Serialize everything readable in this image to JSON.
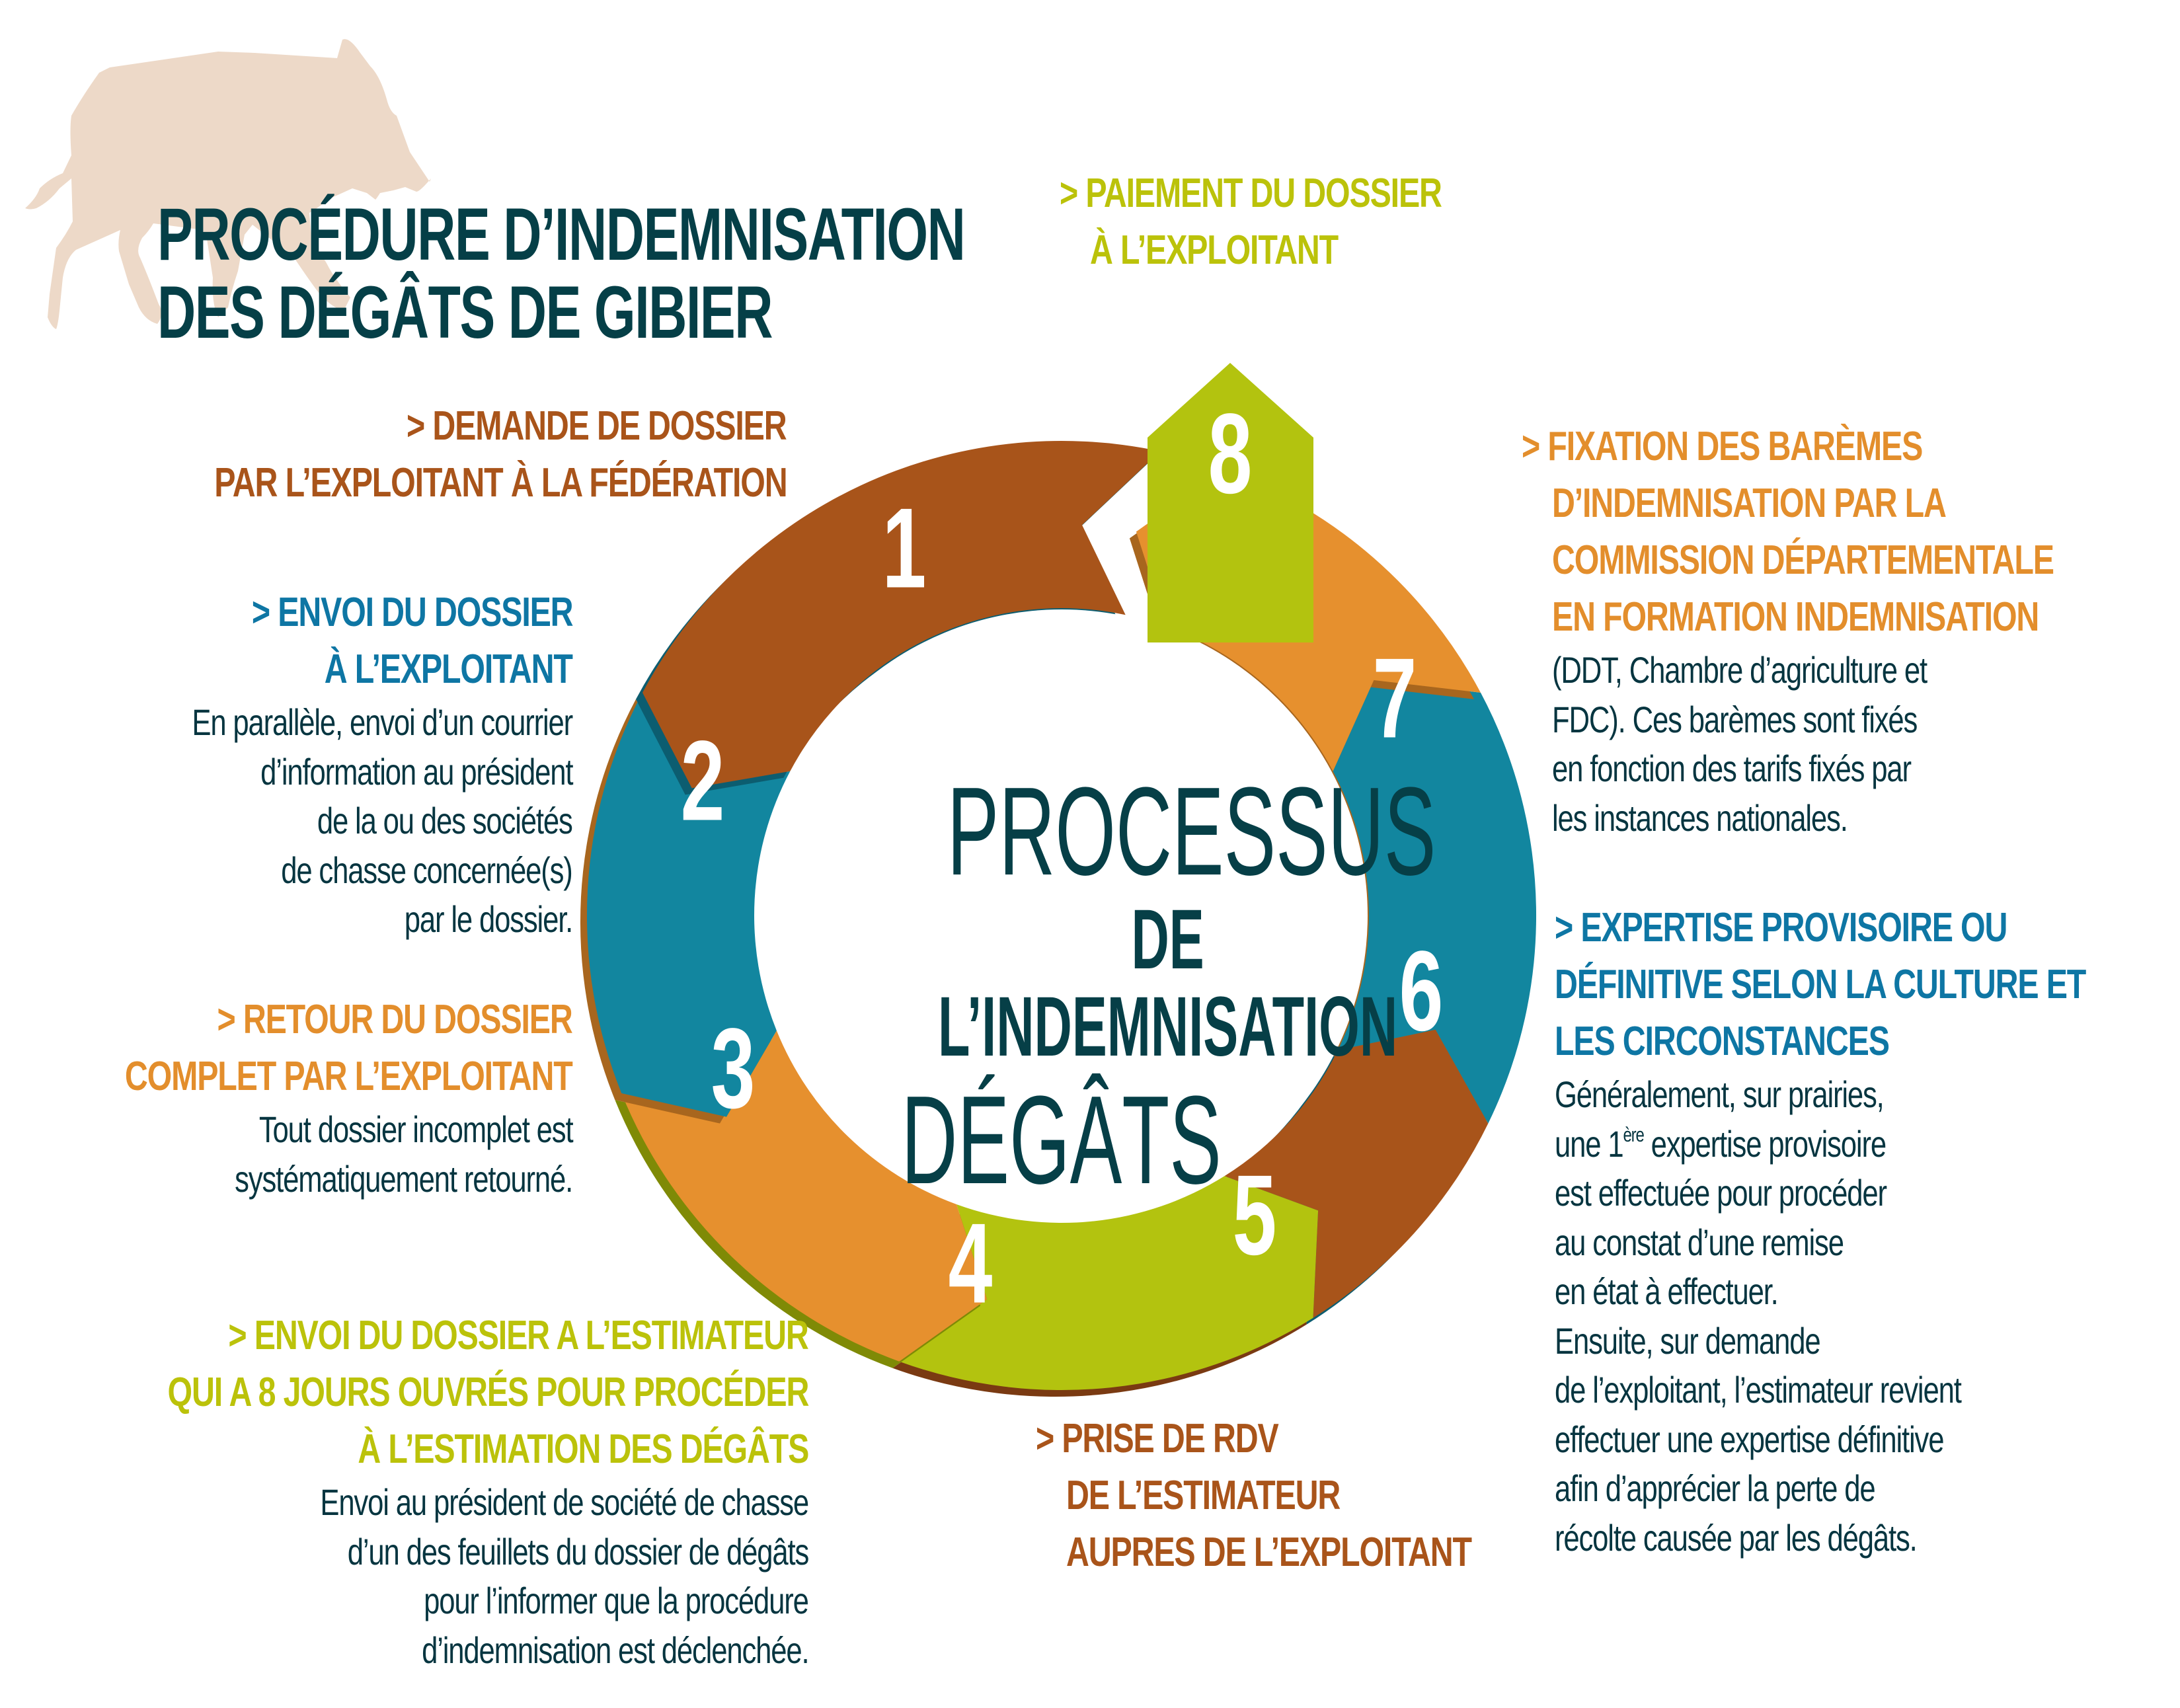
{
  "title": {
    "line1": "PROCÉDURE D’INDEMNISATION",
    "line2": "DES DÉGÂTS DE GIBIER"
  },
  "decoration": {
    "icon": "wild-boar-silhouette",
    "color": "#EDD9C8"
  },
  "center": {
    "line1": "PROCESSUS",
    "line2": "DE L’INDEMNISATION",
    "line3": "DÉGÂTS",
    "color": "#063F47"
  },
  "colors": {
    "brown": "#A8541A",
    "brown_shadow": "#7A3A12",
    "teal": "#12869F",
    "teal_shadow": "#0C5D70",
    "orange": "#E6902E",
    "orange_shadow": "#A8661E",
    "green": "#B3C30F",
    "green_shadow": "#7F8A06",
    "text_dark": "#063540",
    "heading_teal": "#0E76A4",
    "heading_green": "#BBC20A",
    "heading_orange": "#E38E2C",
    "heading_brown": "#A9541A"
  },
  "steps": [
    {
      "number": "1",
      "heading": [
        "> DEMANDE DE DOSSIER",
        "PAR L’EXPLOITANT À LA FÉDÉRATION"
      ],
      "body": []
    },
    {
      "number": "2",
      "heading": [
        "> ENVOI DU DOSSIER",
        "À L’EXPLOITANT"
      ],
      "body": [
        "En parallèle, envoi d’un courrier",
        "d’information au président",
        "de la ou des sociétés",
        "de chasse concernée(s)",
        "par le dossier."
      ]
    },
    {
      "number": "3",
      "heading": [
        "> RETOUR DU DOSSIER",
        "COMPLET PAR L’EXPLOITANT"
      ],
      "body": [
        "Tout dossier incomplet est",
        "systématiquement retourné."
      ]
    },
    {
      "number": "4",
      "heading": [
        "> ENVOI DU DOSSIER A L’ESTIMATEUR",
        "QUI A 8 JOURS OUVRÉS POUR PROCÉDER",
        "À L’ESTIMATION DES DÉGÂTS"
      ],
      "body": [
        "Envoi au président de société de chasse",
        "d’un des feuillets du dossier de dégâts",
        "pour l’informer que la procédure",
        "d’indemnisation est déclenchée."
      ]
    },
    {
      "number": "5",
      "heading": [
        "> PRISE DE RDV",
        "DE L’ESTIMATEUR",
        "AUPRES DE L’EXPLOITANT"
      ],
      "body": []
    },
    {
      "number": "6",
      "heading": [
        "> EXPERTISE PROVISOIRE OU",
        "DÉFINITIVE SELON LA CULTURE ET",
        "LES CIRCONSTANCES"
      ],
      "body": [
        "Généralement, sur prairies,",
        "une 1",
        "ère",
        " expertise provisoire",
        "est effectuée pour procéder",
        "au constat d’une remise",
        "en état à effectuer.",
        "Ensuite, sur demande",
        "de l’exploitant, l’estimateur revient",
        "effectuer une expertise définitive",
        "afin d’apprécier la perte de",
        "récolte causée par les dégâts."
      ]
    },
    {
      "number": "7",
      "heading": [
        "> FIXATION DES BARÈMES",
        "D’INDEMNISATION PAR LA",
        "COMMISSION DÉPARTEMENTALE",
        "EN FORMATION INDEMNISATION"
      ],
      "body": [
        "(DDT, Chambre d’agriculture et",
        "FDC). Ces barèmes sont fixés",
        "en fonction des tarifs fixés par",
        "les instances nationales."
      ]
    },
    {
      "number": "8",
      "heading": [
        "> PAIEMENT DU DOSSIER",
        "À L’EXPLOITANT"
      ],
      "body": []
    }
  ]
}
